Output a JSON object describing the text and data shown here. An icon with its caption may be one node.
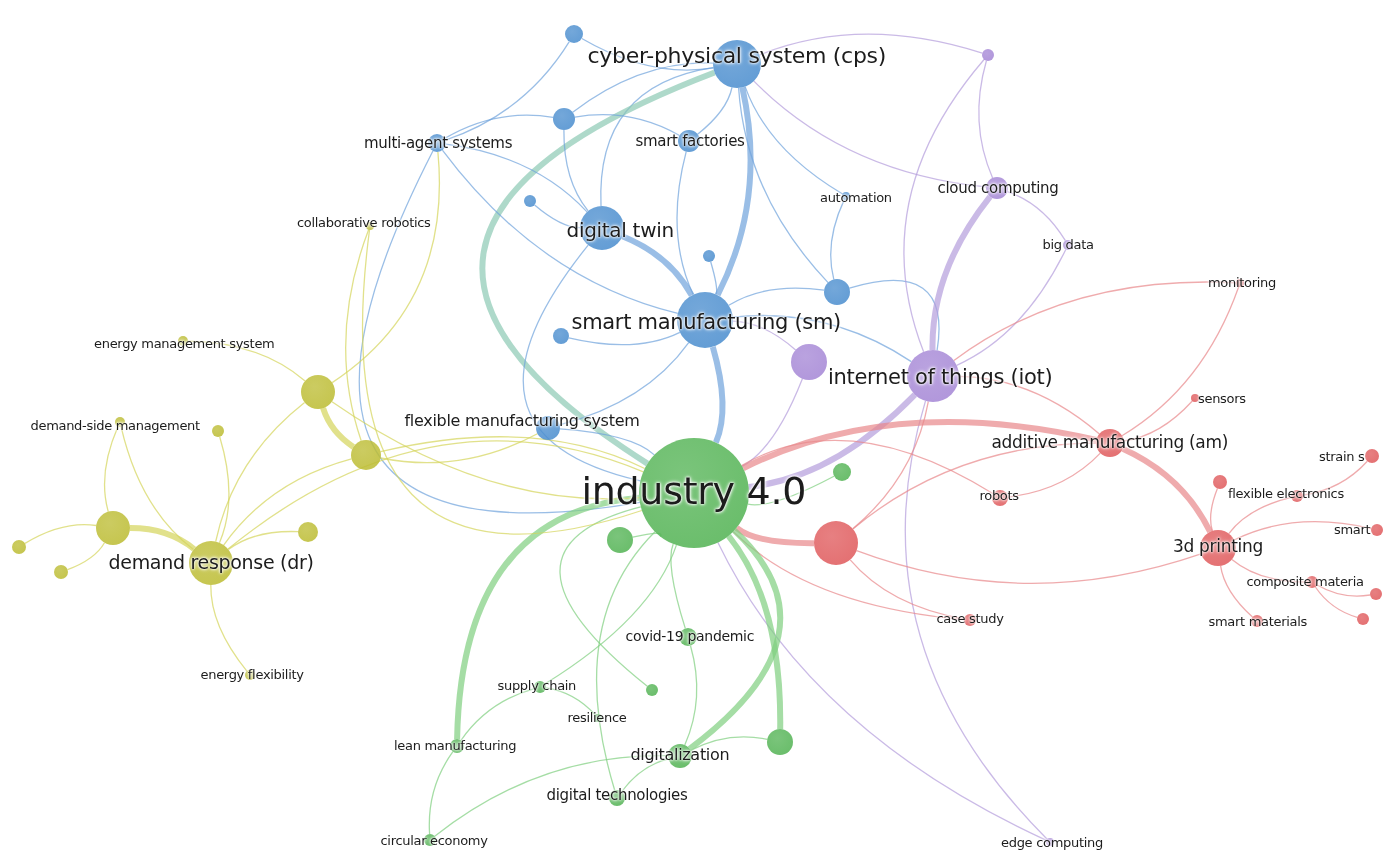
{
  "diagram": {
    "nodes": [
      {
        "text": [
          "cyber-physical system (cps)"
        ]
      },
      {
        "text": [
          "multi-agent systems"
        ]
      },
      {
        "text": [
          "smart factories"
        ]
      },
      {
        "text": [
          "digital twin"
        ]
      },
      {
        "text": [
          "automation"
        ]
      },
      {
        "text": [
          "smart manufacturing (sm)"
        ]
      },
      {
        "text": [
          "flexible manufacturing system"
        ]
      },
      {
        "text": [],
        "shape": "circle"
      },
      {
        "text": [],
        "shape": "circle"
      },
      {
        "text": [],
        "shape": "circle"
      },
      {
        "text": [],
        "shape": "circle"
      },
      {
        "text": [],
        "shape": "circle"
      },
      {
        "text": [],
        "shape": "circle"
      },
      {
        "text": [
          "cloud computing"
        ]
      },
      {
        "text": [
          "big data"
        ]
      },
      {
        "text": [
          "internet of things (iot)"
        ]
      },
      {
        "text": [],
        "shape": "circle"
      },
      {
        "text": [],
        "shape": "circle"
      },
      {
        "text": [
          "edge computing"
        ]
      },
      {
        "text": [
          "additive manufacturing (am)"
        ]
      },
      {
        "text": [
          "sensors"
        ]
      },
      {
        "text": [
          "monitoring"
        ]
      },
      {
        "text": [
          "robots"
        ]
      },
      {
        "text": [],
        "shape": "circle"
      },
      {
        "text": [
          "3d printing"
        ]
      },
      {
        "text": [
          "flexible electronics"
        ]
      },
      {
        "text": [
          "strain s"
        ]
      },
      {
        "text": [
          "smart"
        ]
      },
      {
        "text": [
          "composite materia"
        ]
      },
      {
        "text": [
          "smart materials"
        ]
      },
      {
        "text": [
          "case study"
        ]
      },
      {
        "text": [],
        "shape": "circle"
      },
      {
        "text": [],
        "shape": "circle"
      },
      {
        "text": [],
        "shape": "circle"
      },
      {
        "text": [
          "industry 4.0"
        ]
      },
      {
        "text": [],
        "shape": "circle"
      },
      {
        "text": [],
        "shape": "circle"
      },
      {
        "text": [
          "covid-19 pandemic"
        ]
      },
      {
        "text": [
          "supply chain"
        ]
      },
      {
        "text": [],
        "shape": "circle"
      },
      {
        "text": [
          "resilience"
        ]
      },
      {
        "text": [
          "lean manufacturing"
        ]
      },
      {
        "text": [
          "digitalization"
        ]
      },
      {
        "text": [],
        "shape": "circle"
      },
      {
        "text": [
          "digital technologies"
        ]
      },
      {
        "text": [
          "circular economy"
        ]
      },
      {
        "text": [
          "collaborative robotics"
        ]
      },
      {
        "text": [
          "energy management system"
        ]
      },
      {
        "text": [],
        "shape": "circle"
      },
      {
        "text": [
          "demand-side management"
        ]
      },
      {
        "text": [],
        "shape": "circle"
      },
      {
        "text": [],
        "shape": "circle"
      },
      {
        "text": [],
        "shape": "circle"
      },
      {
        "text": [
          "demand response (dr)"
        ]
      },
      {
        "text": [],
        "shape": "circle"
      },
      {
        "text": [],
        "shape": "circle"
      },
      {
        "text": [],
        "shape": "circle"
      },
      {
        "text": [
          "energy flexibility"
        ]
      }
    ],
    "edges": [
      {
        "from": 0,
        "to": 5,
        "arrow": "none",
        "style": "thick",
        "color": "#6fa3dc"
      },
      {
        "from": 0,
        "to": 3,
        "arrow": "none",
        "color": "#6fa3dc"
      },
      {
        "from": 0,
        "to": 2,
        "arrow": "none",
        "color": "#6fa3dc"
      },
      {
        "from": 0,
        "to": 8,
        "arrow": "none",
        "color": "#6fa3dc"
      },
      {
        "from": 0,
        "to": 7,
        "arrow": "none",
        "color": "#6fa3dc"
      },
      {
        "from": 0,
        "to": 11,
        "arrow": "none",
        "color": "#6fa3dc"
      },
      {
        "from": 0,
        "to": 34,
        "arrow": "none",
        "style": "thick",
        "color": "#8cc9b4"
      },
      {
        "from": 1,
        "to": 3,
        "arrow": "none",
        "color": "#6fa3dc"
      },
      {
        "from": 1,
        "to": 8,
        "arrow": "none",
        "color": "#6fa3dc"
      },
      {
        "from": 1,
        "to": 5,
        "arrow": "none",
        "color": "#6fa3dc"
      },
      {
        "from": 1,
        "to": 34,
        "arrow": "none",
        "color": "#6fa3dc"
      },
      {
        "from": 8,
        "to": 3,
        "arrow": "none",
        "color": "#6fa3dc"
      },
      {
        "from": 8,
        "to": 2,
        "arrow": "none",
        "color": "#6fa3dc"
      },
      {
        "from": 2,
        "to": 5,
        "arrow": "none",
        "color": "#6fa3dc"
      },
      {
        "from": 3,
        "to": 5,
        "arrow": "none",
        "style": "thick",
        "color": "#6fa3dc"
      },
      {
        "from": 3,
        "to": 34,
        "arrow": "none",
        "color": "#6fa3dc"
      },
      {
        "from": 5,
        "to": 34,
        "arrow": "none",
        "style": "thick",
        "color": "#6fa3dc"
      },
      {
        "from": 5,
        "to": 15,
        "arrow": "none",
        "color": "#6fa3dc"
      },
      {
        "from": 6,
        "to": 34,
        "arrow": "none",
        "color": "#6fa3dc"
      },
      {
        "from": 6,
        "to": 5,
        "arrow": "none",
        "color": "#6fa3dc"
      },
      {
        "from": 7,
        "to": 1,
        "arrow": "none",
        "color": "#6fa3dc"
      },
      {
        "from": 9,
        "to": 3,
        "arrow": "none",
        "color": "#6fa3dc"
      },
      {
        "from": 10,
        "to": 5,
        "arrow": "none",
        "color": "#6fa3dc"
      },
      {
        "from": 11,
        "to": 5,
        "arrow": "none",
        "color": "#6fa3dc"
      },
      {
        "from": 11,
        "to": 15,
        "arrow": "none",
        "color": "#6fa3dc"
      },
      {
        "from": 12,
        "to": 5,
        "arrow": "none",
        "color": "#6fa3dc"
      },
      {
        "from": 4,
        "to": 0,
        "arrow": "none",
        "color": "#6fa3dc"
      },
      {
        "from": 4,
        "to": 11,
        "arrow": "none",
        "color": "#6fa3dc"
      },
      {
        "from": 15,
        "to": 34,
        "arrow": "none",
        "style": "thick",
        "color": "#b39ddb"
      },
      {
        "from": 13,
        "to": 15,
        "arrow": "none",
        "style": "thick",
        "color": "#b39ddb"
      },
      {
        "from": 14,
        "to": 15,
        "arrow": "none",
        "color": "#b39ddb"
      },
      {
        "from": 16,
        "to": 0,
        "arrow": "none",
        "color": "#b39ddb"
      },
      {
        "from": 16,
        "to": 15,
        "arrow": "none",
        "color": "#b39ddb"
      },
      {
        "from": 16,
        "to": 13,
        "arrow": "none",
        "color": "#b39ddb"
      },
      {
        "from": 17,
        "to": 34,
        "arrow": "none",
        "color": "#b39ddb"
      },
      {
        "from": 17,
        "to": 5,
        "arrow": "none",
        "color": "#b39ddb"
      },
      {
        "from": 18,
        "to": 34,
        "arrow": "none",
        "color": "#b39ddb"
      },
      {
        "from": 18,
        "to": 15,
        "arrow": "none",
        "color": "#b39ddb"
      },
      {
        "from": 13,
        "to": 0,
        "arrow": "none",
        "color": "#b39ddb"
      },
      {
        "from": 14,
        "to": 13,
        "arrow": "none",
        "color": "#b39ddb"
      },
      {
        "from": 23,
        "to": 34,
        "arrow": "none",
        "style": "thick",
        "color": "#e8888a"
      },
      {
        "from": 19,
        "to": 34,
        "arrow": "none",
        "style": "thick",
        "color": "#e8888a"
      },
      {
        "from": 19,
        "to": 24,
        "arrow": "none",
        "style": "thick",
        "color": "#e8888a"
      },
      {
        "from": 19,
        "to": 15,
        "arrow": "none",
        "color": "#e8888a"
      },
      {
        "from": 20,
        "to": 19,
        "arrow": "none",
        "color": "#e8888a"
      },
      {
        "from": 21,
        "to": 15,
        "arrow": "none",
        "color": "#e8888a"
      },
      {
        "from": 22,
        "to": 34,
        "arrow": "none",
        "color": "#e8888a"
      },
      {
        "from": 22,
        "to": 19,
        "arrow": "none",
        "color": "#e8888a"
      },
      {
        "from": 24,
        "to": 23,
        "arrow": "none",
        "color": "#e8888a"
      },
      {
        "from": 25,
        "to": 24,
        "arrow": "none",
        "color": "#e8888a"
      },
      {
        "from": 26,
        "to": 25,
        "arrow": "none",
        "color": "#e8888a"
      },
      {
        "from": 27,
        "to": 24,
        "arrow": "none",
        "color": "#e8888a"
      },
      {
        "from": 28,
        "to": 24,
        "arrow": "none",
        "color": "#e8888a"
      },
      {
        "from": 29,
        "to": 24,
        "arrow": "none",
        "color": "#e8888a"
      },
      {
        "from": 30,
        "to": 23,
        "arrow": "none",
        "color": "#e8888a"
      },
      {
        "from": 30,
        "to": 34,
        "arrow": "none",
        "color": "#e8888a"
      },
      {
        "from": 32,
        "to": 28,
        "arrow": "none",
        "color": "#e8888a"
      },
      {
        "from": 31,
        "to": 24,
        "arrow": "none",
        "color": "#e8888a"
      },
      {
        "from": 33,
        "to": 28,
        "arrow": "none",
        "color": "#e8888a"
      },
      {
        "from": 19,
        "to": 23,
        "arrow": "none",
        "color": "#e8888a"
      },
      {
        "from": 21,
        "to": 19,
        "arrow": "none",
        "color": "#e8888a"
      },
      {
        "from": 23,
        "to": 15,
        "arrow": "none",
        "color": "#e8888a"
      },
      {
        "from": 35,
        "to": 34,
        "arrow": "none",
        "color": "#7fcf7f"
      },
      {
        "from": 36,
        "to": 34,
        "arrow": "none",
        "color": "#7fcf7f"
      },
      {
        "from": 37,
        "to": 34,
        "arrow": "none",
        "color": "#7fcf7f"
      },
      {
        "from": 38,
        "to": 34,
        "arrow": "none",
        "color": "#7fcf7f"
      },
      {
        "from": 39,
        "to": 34,
        "arrow": "none",
        "color": "#7fcf7f"
      },
      {
        "from": 40,
        "to": 38,
        "arrow": "none",
        "color": "#7fcf7f"
      },
      {
        "from": 41,
        "to": 34,
        "arrow": "none",
        "style": "thick",
        "color": "#7fcf7f"
      },
      {
        "from": 42,
        "to": 34,
        "arrow": "none",
        "style": "thick",
        "color": "#7fcf7f"
      },
      {
        "from": 43,
        "to": 34,
        "arrow": "none",
        "style": "thick",
        "color": "#7fcf7f"
      },
      {
        "from": 44,
        "to": 34,
        "arrow": "none",
        "color": "#7fcf7f"
      },
      {
        "from": 45,
        "to": 41,
        "arrow": "none",
        "color": "#7fcf7f"
      },
      {
        "from": 45,
        "to": 42,
        "arrow": "none",
        "color": "#7fcf7f"
      },
      {
        "from": 37,
        "to": 42,
        "arrow": "none",
        "color": "#7fcf7f"
      },
      {
        "from": 43,
        "to": 42,
        "arrow": "none",
        "color": "#7fcf7f"
      },
      {
        "from": 44,
        "to": 42,
        "arrow": "none",
        "color": "#7fcf7f"
      },
      {
        "from": 38,
        "to": 41,
        "arrow": "none",
        "color": "#7fcf7f"
      },
      {
        "from": 48,
        "to": 34,
        "arrow": "none",
        "color": "#d4d45a"
      },
      {
        "from": 48,
        "to": 51,
        "arrow": "none",
        "style": "thick",
        "color": "#d4d45a"
      },
      {
        "from": 51,
        "to": 34,
        "arrow": "none",
        "color": "#d4d45a"
      },
      {
        "from": 48,
        "to": 53,
        "arrow": "none",
        "color": "#d4d45a"
      },
      {
        "from": 52,
        "to": 53,
        "arrow": "none",
        "style": "thick",
        "color": "#d4d45a"
      },
      {
        "from": 53,
        "to": 34,
        "arrow": "none",
        "color": "#d4d45a"
      },
      {
        "from": 46,
        "to": 34,
        "arrow": "none",
        "color": "#d4d45a"
      },
      {
        "from": 46,
        "to": 51,
        "arrow": "none",
        "color": "#d4d45a"
      },
      {
        "from": 47,
        "to": 48,
        "arrow": "none",
        "color": "#d4d45a"
      },
      {
        "from": 49,
        "to": 53,
        "arrow": "none",
        "color": "#d4d45a"
      },
      {
        "from": 50,
        "to": 53,
        "arrow": "none",
        "color": "#d4d45a"
      },
      {
        "from": 54,
        "to": 53,
        "arrow": "none",
        "color": "#d4d45a"
      },
      {
        "from": 55,
        "to": 52,
        "arrow": "none",
        "color": "#d4d45a"
      },
      {
        "from": 56,
        "to": 52,
        "arrow": "none",
        "color": "#d4d45a"
      },
      {
        "from": 57,
        "to": 53,
        "arrow": "none",
        "color": "#d4d45a"
      },
      {
        "from": 51,
        "to": 53,
        "arrow": "none",
        "color": "#d4d45a"
      },
      {
        "from": 48,
        "to": 1,
        "arrow": "none",
        "color": "#d4d45a"
      },
      {
        "from": 49,
        "to": 52,
        "arrow": "none",
        "color": "#d4d45a"
      },
      {
        "from": 6,
        "to": 51,
        "arrow": "none",
        "color": "#d4d45a"
      }
    ]
  }
}
